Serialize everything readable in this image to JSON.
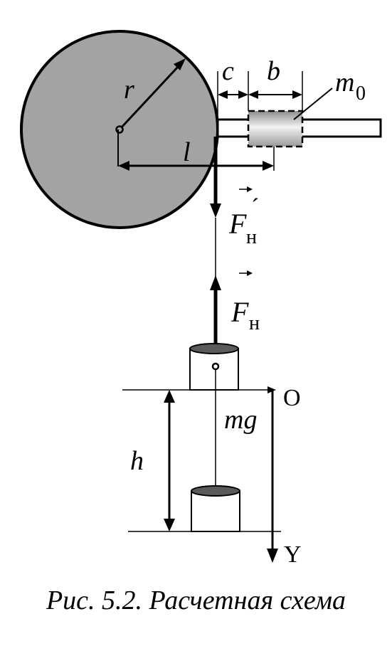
{
  "labels": {
    "radius": "r",
    "gap": "c",
    "width": "b",
    "mass_base": "m",
    "mass_sub": "0",
    "length": "l",
    "force_main": "F",
    "force_sub": "н",
    "force_prime": "´",
    "gravity": "mg",
    "height": "h",
    "origin": "O",
    "axis": "Y"
  },
  "caption": "Рис. 5.2. Расчетная схема",
  "colors": {
    "wheel_fill": "#a3a3a3",
    "line": "#000000",
    "background": "#ffffff"
  }
}
